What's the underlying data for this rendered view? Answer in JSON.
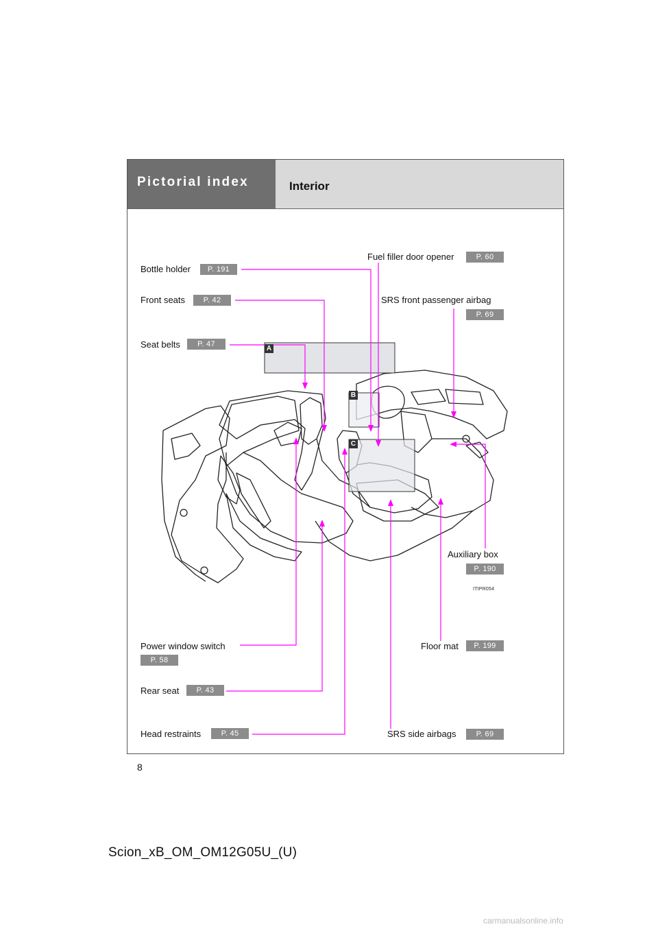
{
  "header": {
    "section": "Pictorial index",
    "subsection": "Interior"
  },
  "callouts": {
    "bottle_holder": {
      "label": "Bottle holder",
      "page": "P. 191"
    },
    "front_seats": {
      "label": "Front seats",
      "page": "P. 42"
    },
    "seat_belts": {
      "label": "Seat belts",
      "page": "P. 47"
    },
    "fuel_filler": {
      "label": "Fuel filler door opener",
      "page": "P. 60"
    },
    "srs_front": {
      "label": "SRS front passenger airbag",
      "page": "P. 69"
    },
    "aux_box": {
      "label": "Auxiliary box",
      "page": "P. 190"
    },
    "power_window": {
      "label": "Power window switch",
      "page": "P. 58"
    },
    "floor_mat": {
      "label": "Floor mat",
      "page": "P. 199"
    },
    "rear_seat": {
      "label": "Rear seat",
      "page": "P. 43"
    },
    "head_restraints": {
      "label": "Head restraints",
      "page": "P. 45"
    },
    "srs_side": {
      "label": "SRS side airbags",
      "page": "P. 69"
    }
  },
  "markers": {
    "a": "A",
    "b": "B",
    "c": "C"
  },
  "illustration_code": "ITIPR054",
  "page_number": "8",
  "footer": "Scion_xB_OM_OM12G05U_(U)",
  "watermark": "carmanualsonline.info",
  "colors": {
    "leader": "#ff00ff",
    "page_badge": "#8c8c8c",
    "header_dark": "#6f6f6f",
    "header_light": "#d9d9d9"
  }
}
